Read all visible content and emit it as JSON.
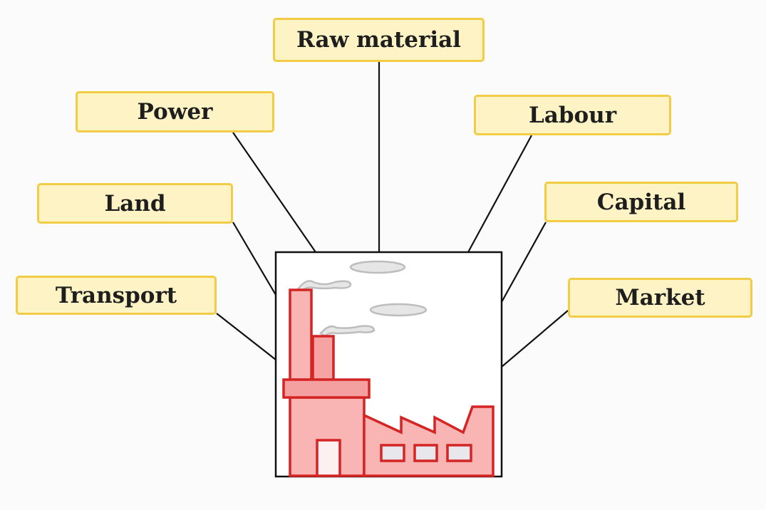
{
  "center": {
    "icon": "factory-icon"
  },
  "factors": [
    {
      "id": "raw-material",
      "label": "Raw material"
    },
    {
      "id": "power",
      "label": "Power"
    },
    {
      "id": "labour",
      "label": "Labour"
    },
    {
      "id": "land",
      "label": "Land"
    },
    {
      "id": "capital",
      "label": "Capital"
    },
    {
      "id": "transport",
      "label": "Transport"
    },
    {
      "id": "market",
      "label": "Market"
    }
  ],
  "colors": {
    "box_fill": "#fdf3c4",
    "box_border": "#f2cc45",
    "factory_fill": "#f9b4b4",
    "factory_stroke": "#d42424"
  }
}
